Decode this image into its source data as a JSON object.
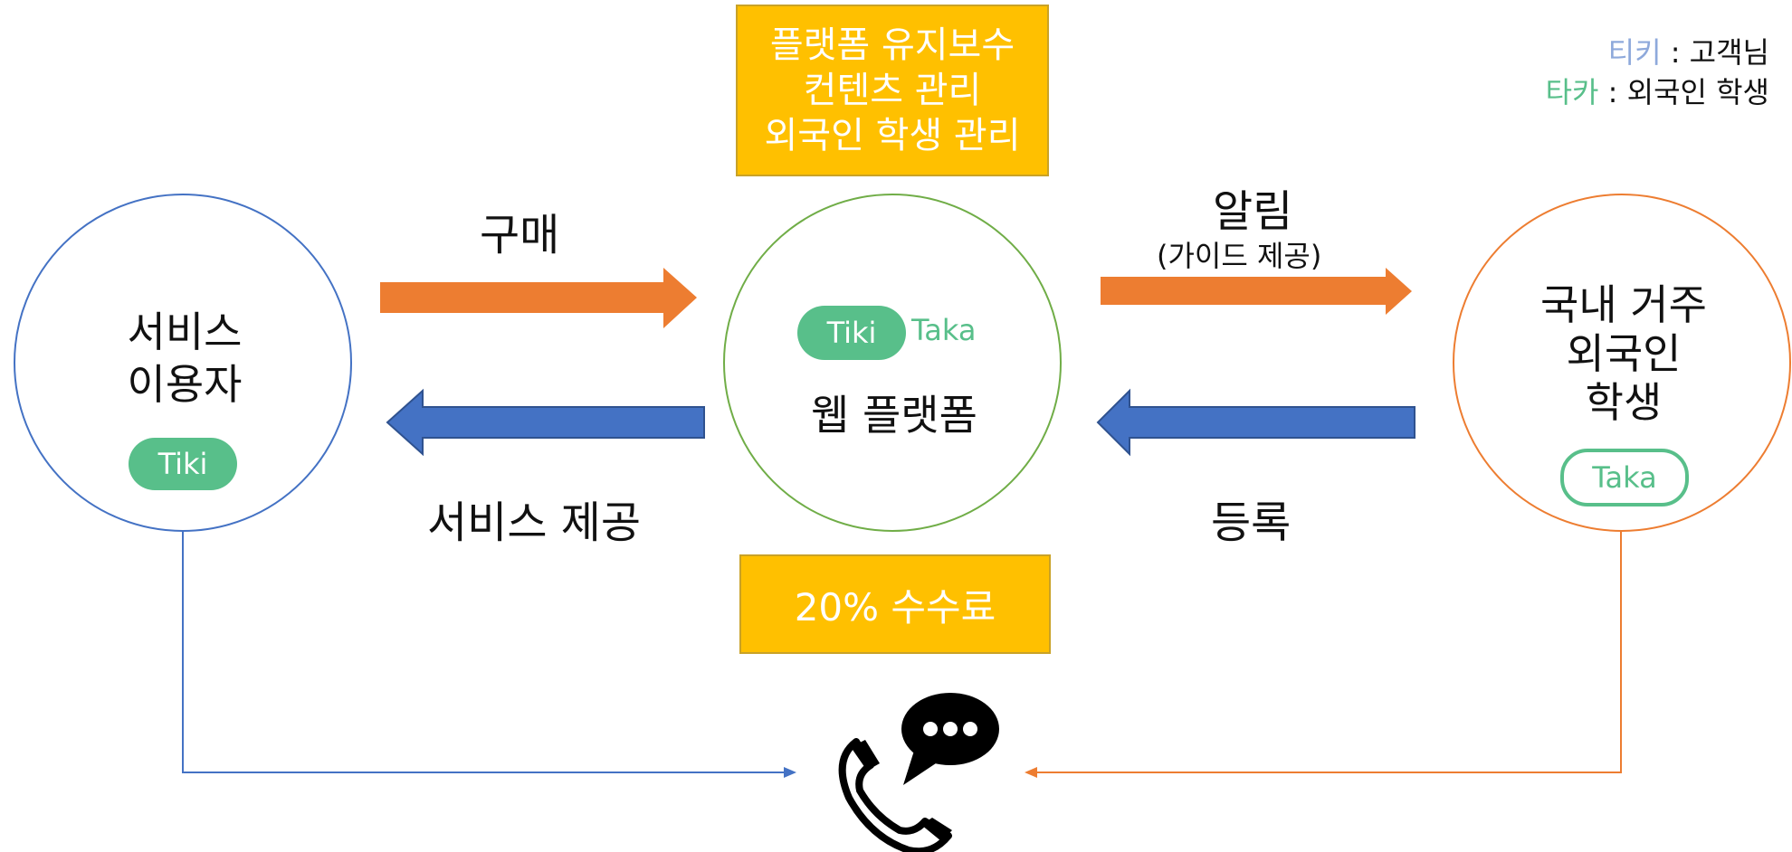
{
  "top_box": {
    "lines": [
      "플랫폼 유지보수",
      "컨텐츠 관리",
      "외국인 학생 관리"
    ]
  },
  "bottom_box": {
    "label": "20% 수수료"
  },
  "legend": {
    "items": [
      {
        "key": "티키",
        "sep": " : ",
        "value": "고객님"
      },
      {
        "key": "타카",
        "sep": " : ",
        "value": "외국인 학생"
      }
    ]
  },
  "nodes": {
    "user": {
      "lines": [
        "서비스",
        "이용자"
      ],
      "tag": "Tiki"
    },
    "platform": {
      "tags": [
        "Tiki",
        "Taka"
      ],
      "label": "웹 플랫폼"
    },
    "student": {
      "lines": [
        "국내 거주",
        "외국인",
        "학생"
      ],
      "tag": "Taka"
    }
  },
  "edges": {
    "purchase": "구매",
    "service": "서비스 제공",
    "notify": "알림",
    "notify_sub": "(가이드 제공)",
    "register": "등록"
  },
  "icons": {
    "contact": "phone-chat-icon"
  },
  "colors": {
    "blue": "#4472C4",
    "orange": "#ED7D31",
    "green": "#70AD47",
    "yellow": "#FFC000",
    "teal": "#58BF8A",
    "legend_key_1": "#8EA9DB"
  }
}
